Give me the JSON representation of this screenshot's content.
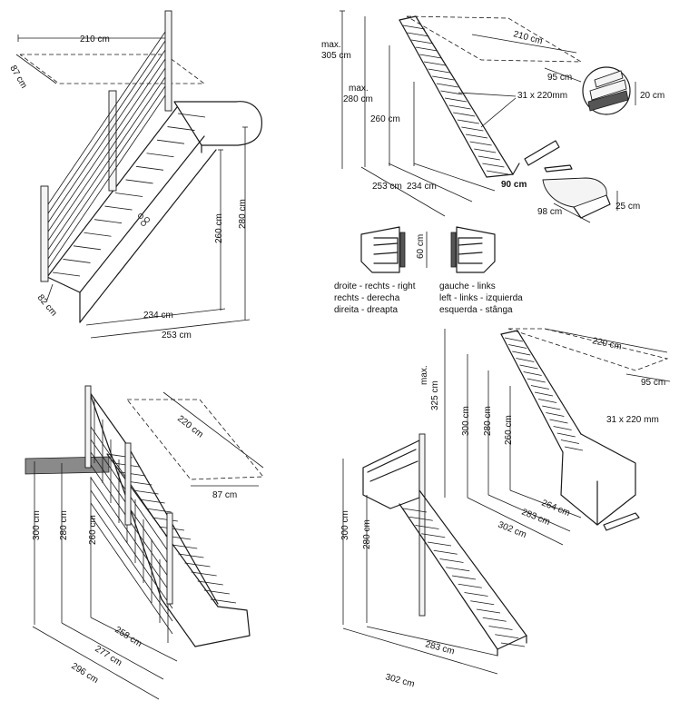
{
  "labels": {
    "d1_width": "210 cm",
    "d1_depth": "87 cm",
    "d1_h1": "260 cm",
    "d1_h2": "280 cm",
    "d1_len1": "234 cm",
    "d1_len2": "253 cm",
    "d1_side": "82 cm",
    "d2_maxline1": "max.",
    "d2_maxline2": "305 cm",
    "d2_max280a": "max.",
    "d2_max280b": "280 cm",
    "d2_h260": "260 cm",
    "d2_l253": "253 cm",
    "d2_l234": "234 cm",
    "d2_w90": "90 cm",
    "d2_width": "210 cm",
    "d2_depth": "95 cm",
    "d2_tread": "31 x 220mm",
    "d2_step_h": "20 cm",
    "d2_block_w": "98 cm",
    "d2_block_h": "25 cm",
    "d2_plan_60": "60 cm",
    "dir_left_1": "droite - rechts - right",
    "dir_left_2": "rechts - derecha",
    "dir_left_3": "direita - dreapta",
    "dir_right_1": "gauche - links",
    "dir_right_2": "left - links - izquierda",
    "dir_right_3": "esquerda - stânga",
    "d3_width": "220 cm",
    "d3_depth": "87 cm",
    "d3_h300": "300 cm",
    "d3_h280": "280 cm",
    "d3_h260": "260 cm",
    "d3_l258": "258 cm",
    "d3_l277": "277 cm",
    "d3_l296": "296 cm",
    "d4_max1": "max.",
    "d4_max2": "325 cm",
    "d4_h300": "300 cm",
    "d4_h280": "280 cm",
    "d4_h260": "260 cm",
    "d4_width": "220 cm",
    "d4_depth": "95 cm",
    "d4_tread": "31 x 220 mm",
    "d4_l264": "264 cm",
    "d4_l283": "283 cm",
    "d4_l302": "302 cm",
    "d5_h300": "300 cm",
    "d5_h280": "280 cm",
    "d5_l283": "283 cm",
    "d5_l302": "302 cm"
  }
}
